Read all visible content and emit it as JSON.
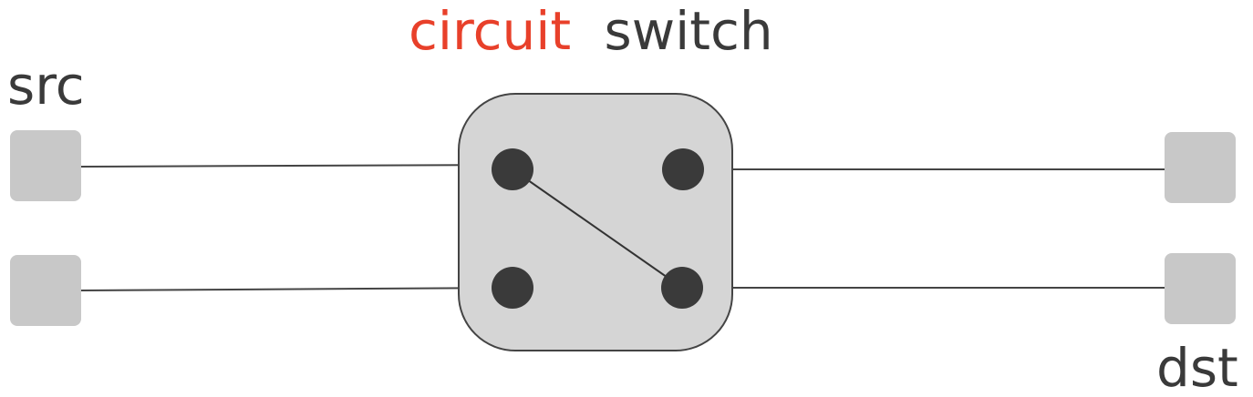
{
  "title": {
    "part1": "circuit",
    "part2": "switch"
  },
  "labels": {
    "source": "src",
    "destination": "dst"
  },
  "colors": {
    "title_accent": "#E8402A",
    "text": "#3a3a3a",
    "endpoint_fill": "#c8c8c8",
    "switch_fill": "#d5d5d5",
    "switch_stroke": "#444444",
    "port_fill": "#3a3a3a",
    "wire": "#444444"
  },
  "connections": [
    {
      "from": "src-top",
      "to": "switch-port-top-left"
    },
    {
      "from": "src-bottom",
      "to": "switch-port-bottom-left"
    },
    {
      "from": "switch-port-top-right",
      "to": "dst-top"
    },
    {
      "from": "switch-port-bottom-right",
      "to": "dst-bottom"
    },
    {
      "from": "switch-port-top-left",
      "to": "switch-port-bottom-right"
    }
  ]
}
